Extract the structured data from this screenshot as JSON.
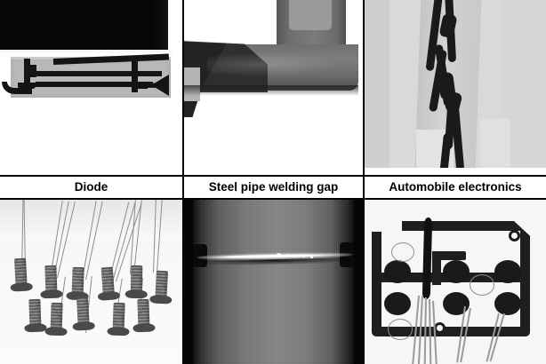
{
  "figure": {
    "layout": "2-row x 3-column image grid with a bold caption strip between rows",
    "captions": [
      {
        "id": "diode",
        "label": "Diode"
      },
      {
        "id": "steel-pipe-welding-gap",
        "label": "Steel pipe welding gap"
      },
      {
        "id": "automobile-electronics",
        "label": "Automobile electronics"
      }
    ],
    "panels": [
      {
        "id": "top-left",
        "subject": "Diode X-ray",
        "description": "Radiograph of a diode package: solid black body at top, bright white separation strip, light-gray substrate with dark lead-frame conductors and a bell-shaped terminal at the right",
        "dominant_colors": [
          "#060606",
          "#ffffff",
          "#b9b9b9",
          "#141414"
        ]
      },
      {
        "id": "top-middle",
        "subject": "Welded metal joint X-ray",
        "description": "Radiograph of an L-shaped welded sheet-metal corner; vertical bar meets a horizontal arm, with a darker tapering weld region to the left and a bright rectangular pad at the left edge",
        "dominant_colors": [
          "#7d7d7d",
          "#2a2a2a",
          "#b5b5b5",
          "#ffffff"
        ]
      },
      {
        "id": "top-right",
        "subject": "Twisted cable X-ray",
        "description": "Radiograph of twisted insulated cables crossing over a light-gray backing slab; dark sinuous conductor bundles run top to bottom with crossover knots",
        "dominant_colors": [
          "#d6d6d6",
          "#1a1a1a",
          "#e3e3e3"
        ]
      },
      {
        "id": "bottom-left",
        "subject": "Diode components X-ray",
        "description": "Radiograph of eleven threaded screw-like diode bodies with flat circular heads, each trailing fine wire leads toward the top of the frame",
        "dominant_colors": [
          "#f7f7f7",
          "#585858",
          "#4a4a4a",
          "#8d8d8d"
        ]
      },
      {
        "id": "bottom-middle",
        "subject": "Steel pipe welding gap X-ray",
        "description": "Radiograph of a cylindrical steel pipe with a bright horizontal weld seam arc across the middle; small bright circular porosity defects visible along the seam; pipe edges fall off to black",
        "dominant_colors": [
          "#868686",
          "#050505",
          "#ffffff"
        ]
      },
      {
        "id": "bottom-right",
        "subject": "Automobile electronics X-ray",
        "description": "Radiograph of an automotive electronic module: dark rectangular frame, six large elliptical solder pads, faint circular outlines, mounting screw holes, a vertical dark blade contact and fine fanning trace wires",
        "dominant_colors": [
          "#1e1e1e",
          "#f6f6f6",
          "#9a9a9a"
        ]
      }
    ],
    "rules": {
      "line_color": "#000000",
      "horizontal_rule_count": 2,
      "vertical_rule_count": 2
    }
  }
}
